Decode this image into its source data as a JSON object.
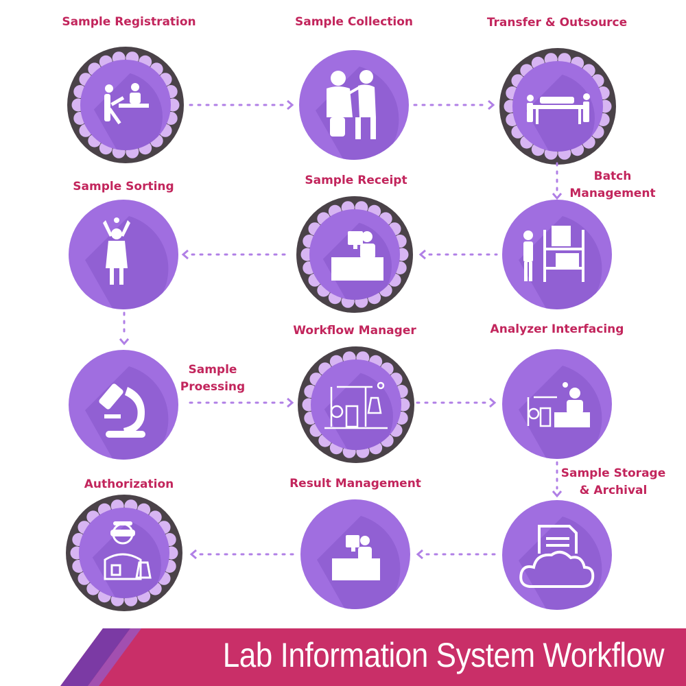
{
  "footer": {
    "title": "Lab Information System Workflow"
  },
  "colors": {
    "label": "#c2255c",
    "circle": "#a06ee0",
    "ring": "#4a4248",
    "scallop": "#d7b5f2",
    "arrow": "#b07fe6",
    "banner": "#c92f68",
    "banner_accent": "#7b3aa4"
  },
  "steps": [
    {
      "id": "registration",
      "label": "Sample Registration",
      "icon": "registration-desk-icon",
      "style": "ringed"
    },
    {
      "id": "collection",
      "label": "Sample Collection",
      "icon": "blood-collection-icon",
      "style": "plain"
    },
    {
      "id": "transfer",
      "label": "Transfer & Outsource",
      "icon": "transfer-table-icon",
      "style": "ringed"
    },
    {
      "id": "batch",
      "label_lines": [
        "Batch",
        "Management"
      ],
      "icon": "warehouse-shelf-icon",
      "style": "plain"
    },
    {
      "id": "receipt",
      "label": "Sample Receipt",
      "icon": "reception-desk-icon",
      "style": "ringed"
    },
    {
      "id": "sorting",
      "label": "Sample Sorting",
      "icon": "lab-worker-icon",
      "style": "plain"
    },
    {
      "id": "processing",
      "label_lines": [
        "Sample",
        "Proessing"
      ],
      "icon": "microscope-icon",
      "style": "plain"
    },
    {
      "id": "workflow",
      "label": "Workflow Manager",
      "icon": "lab-equipment-icon",
      "style": "ringed"
    },
    {
      "id": "analyzer",
      "label": "Analyzer Interfacing",
      "icon": "analyzer-icon",
      "style": "plain"
    },
    {
      "id": "storage",
      "label_lines": [
        "Sample Storage",
        "& Archival"
      ],
      "icon": "cloud-document-icon",
      "style": "plain"
    },
    {
      "id": "result",
      "label": "Result Management",
      "icon": "computer-desk-icon",
      "style": "plain"
    },
    {
      "id": "authorization",
      "label": "Authorization",
      "icon": "scientist-icon",
      "style": "ringed"
    }
  ]
}
